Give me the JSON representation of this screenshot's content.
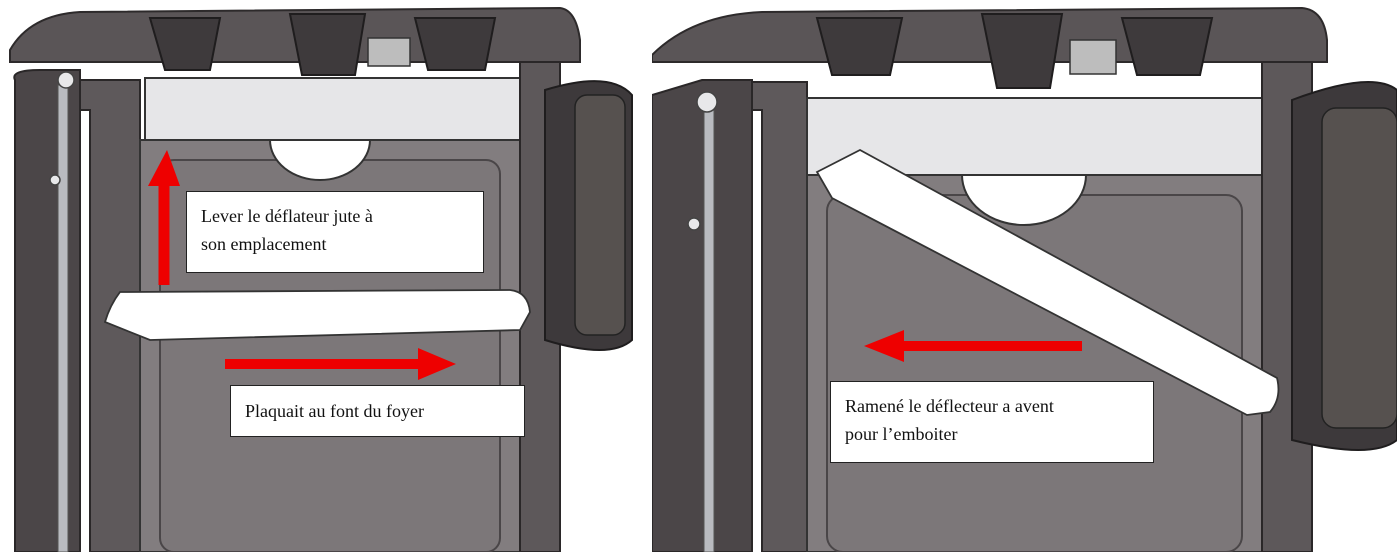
{
  "colors": {
    "housing_dark": "#4f4a4c",
    "housing_mid": "#6f6a6c",
    "chamber": "#807b7d",
    "rail_light": "#cfcfd1",
    "deflector": "#ffffff",
    "arrow": "#ee0000"
  },
  "left_panel": {
    "callout_top": {
      "line1": "Lever le déflateur jute à",
      "line2": "son emplacement"
    },
    "callout_bottom": {
      "line1": "Plaquait au font du foyer"
    }
  },
  "right_panel": {
    "callout": {
      "line1": "Ramené le déflecteur a avent",
      "line2": "pour l’emboiter"
    }
  }
}
